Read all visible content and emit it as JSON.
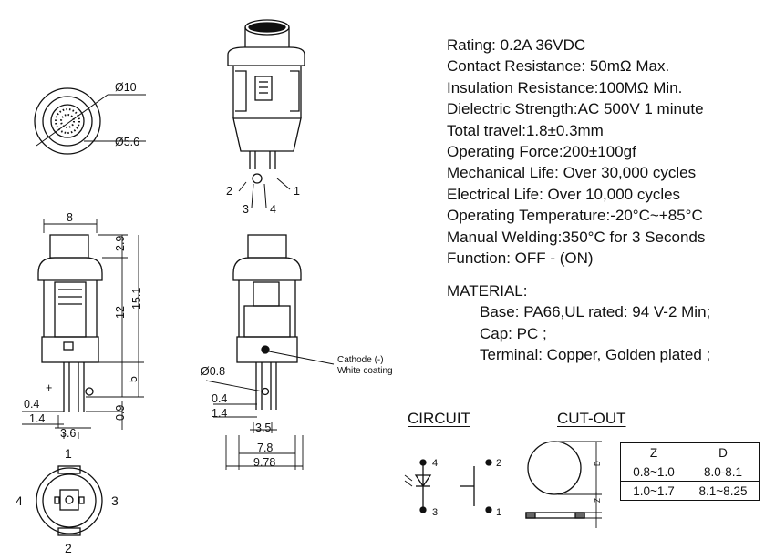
{
  "specs": [
    "Rating: 0.2A 36VDC",
    "Contact Resistance: 50mΩ Max.",
    "Insulation Resistance:100MΩ  Min.",
    "Dielectric Strength:AC 500V 1 minute",
    "Total travel:1.8±0.3mm",
    "Operating Force:200±100gf",
    "Mechanical Life: Over 30,000 cycles",
    "Electrical Life: Over 10,000 cycles",
    "Operating Temperature:-20°C~+85°C",
    "Manual Welding:350°C for 3 Seconds",
    "Function:  OFF - (ON)"
  ],
  "material": {
    "heading": "MATERIAL:",
    "base": "Base: PA66,UL rated: 94 V-2 Min;",
    "cap": "Cap: PC ;",
    "terminal": "Terminal: Copper, Golden plated ;"
  },
  "sections": {
    "circuit": "CIRCUIT",
    "cutout": "CUT-OUT"
  },
  "cutout_table": {
    "headers": [
      "Z",
      "D"
    ],
    "rows": [
      [
        "0.8~1.0",
        "8.0-8.1"
      ],
      [
        "1.0~1.7",
        "8.1~8.25"
      ]
    ]
  },
  "dimensions": {
    "dia_outer": "Ø10",
    "dia_inner": "Ø5.6",
    "width": "8",
    "cap_h": "2.9",
    "body_h": "12",
    "total_h": "15.1",
    "pin_h": "5",
    "pin_w": "0.4",
    "pin_t": "1.4",
    "pin_sp": "3.6",
    "pin_gap": "0.9",
    "plus": "+",
    "r_hole": "Ø0.8",
    "r_pin_w": "0.4",
    "r_pin_t": "1.4",
    "r_pin_sp": "3.5",
    "r_w1": "7.8",
    "r_w2": "9.78",
    "cathode1": "Cathode (-)",
    "cathode2": "White coating",
    "cut_d": "D",
    "cut_z": "Z"
  },
  "pins": {
    "top": {
      "p1": "1",
      "p2": "2",
      "p3": "3",
      "p4": "4"
    },
    "bottom": {
      "p1": "1",
      "p2": "2",
      "p3": "3",
      "p4": "4"
    },
    "circuit": {
      "p1": "1",
      "p2": "2",
      "p3": "3",
      "p4": "4"
    }
  }
}
